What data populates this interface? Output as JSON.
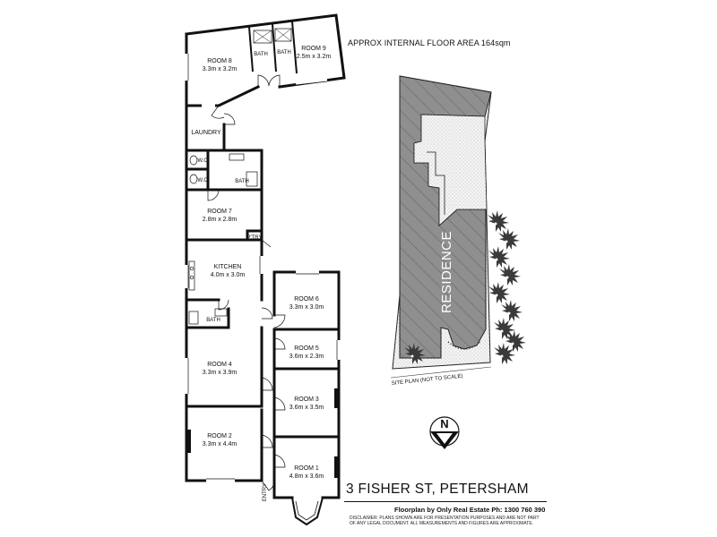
{
  "header": {
    "floor_area": "APPROX INTERNAL FLOOR AREA 164sqm"
  },
  "rooms": {
    "room8": {
      "name": "ROOM 8",
      "dims": "3.3m x 3.2m"
    },
    "room9": {
      "name": "ROOM 9",
      "dims": "2.5m x 3.2m"
    },
    "bath_a": "BATH",
    "bath_b": "BATH",
    "laundry": "LAUNDRY",
    "wc_a": "W.C",
    "wc_b": "W.C",
    "bath_c": "BATH",
    "room7": {
      "name": "ROOM 7",
      "dims": "2.8m x 2.8m"
    },
    "pantry": "P'TRY",
    "kitchen": {
      "name": "KITCHEN",
      "dims": "4.0m x 3.0m"
    },
    "bath_d": "BATH",
    "room6": {
      "name": "ROOM 6",
      "dims": "3.3m x 3.0m"
    },
    "room5": {
      "name": "ROOM 5",
      "dims": "3.6m x 2.3m"
    },
    "room4": {
      "name": "ROOM 4",
      "dims": "3.3m x 3.9m"
    },
    "room3": {
      "name": "ROOM 3",
      "dims": "3.6m x 3.5m"
    },
    "room2": {
      "name": "ROOM 2",
      "dims": "3.3m x 4.4m"
    },
    "room1": {
      "name": "ROOM 1",
      "dims": "4.8m x 3.6m"
    },
    "entry": "ENTRY"
  },
  "site_plan": {
    "label": "RESIDENCE",
    "caption": "SITE PLAN (NOT TO SCALE)",
    "north": "N"
  },
  "footer": {
    "address": "3 FISHER ST, PETERSHAM",
    "credit": "Floorplan by Only Real Estate Ph: 1300 760 390",
    "disclaimer_line1": "DISCLAIMER:  PLANS SHOWN ARE FOR PRESENTATION PURPOSES AND ARE NOT PART",
    "disclaimer_line2": "OF ANY LEGAL DOCUMENT.  ALL MEASUREMENTS AND FIGURES ARE APPROXIMATE."
  },
  "colors": {
    "wall": "#111111",
    "residence_fill": "#8a8a8a",
    "yard_stipple": "#bdbdbd"
  }
}
